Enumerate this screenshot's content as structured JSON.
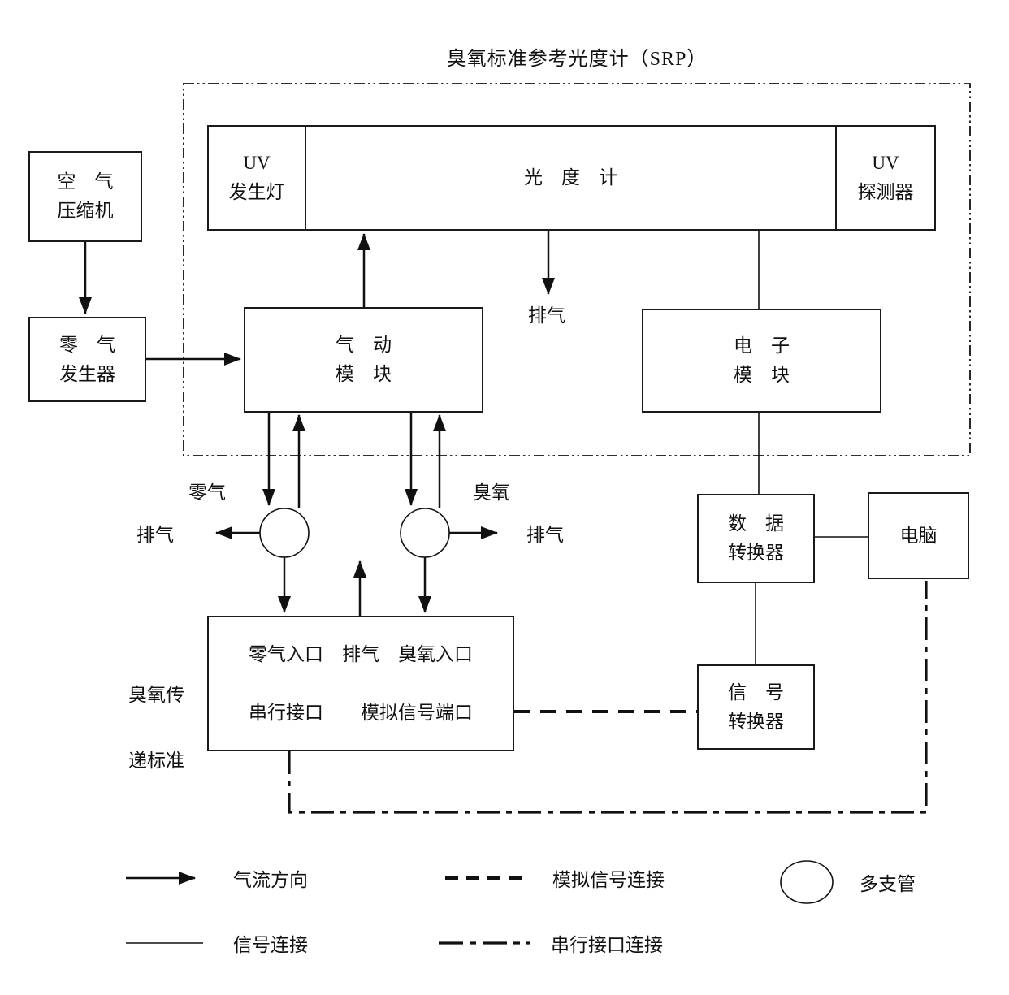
{
  "title": "臭氧标准参考光度计（SRP）",
  "boxes": {
    "air_compressor": {
      "line1": "空　气",
      "line2": "压缩机"
    },
    "zero_air_generator": {
      "line1": "零　气",
      "line2": "发生器"
    },
    "uv_lamp": {
      "line1": "UV",
      "line2": "发生灯"
    },
    "photometer": {
      "label": "光　度　计"
    },
    "uv_detector": {
      "line1": "UV",
      "line2": "探测器"
    },
    "pneumatic_module": {
      "line1": "气　动",
      "line2": "模　块"
    },
    "electronic_module": {
      "line1": "电　子",
      "line2": "模　块"
    },
    "data_converter": {
      "line1": "数　据",
      "line2": "转换器"
    },
    "computer": {
      "label": "电脑"
    },
    "signal_converter": {
      "line1": "信　号",
      "line2": "转换器"
    },
    "transfer_standard": {
      "row1": "零气入口　排气　臭氧入口",
      "row2": "串行接口　　模拟信号端口"
    }
  },
  "labels": {
    "photometer_exhaust": "排气",
    "zero_air": "零气",
    "ozone": "臭氧",
    "exhaust_left": "排气",
    "exhaust_right": "排气",
    "transfer_caption_line1": "臭氧传",
    "transfer_caption_line2": "递标准"
  },
  "legend": {
    "flow": "气流方向",
    "analog": "模拟信号连接",
    "manifold": "多支管",
    "signal": "信号连接",
    "serial": "串行接口连接"
  },
  "colors": {
    "ink": "#111111",
    "background": "#ffffff"
  }
}
